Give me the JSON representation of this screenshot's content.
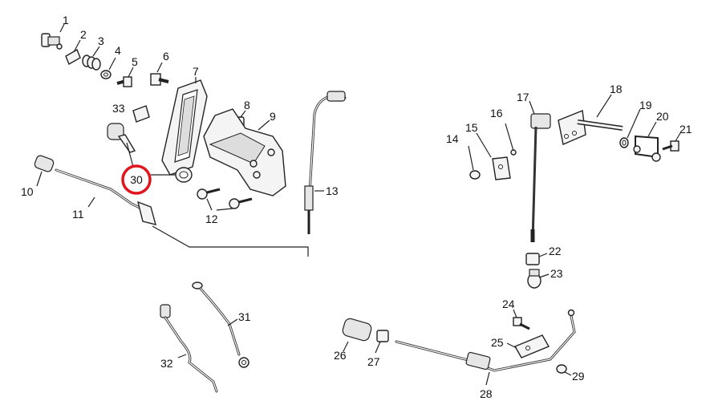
{
  "callouts": {
    "c1": "1",
    "c2": "2",
    "c3": "3",
    "c4": "4",
    "c5": "5",
    "c6": "6",
    "c7": "7",
    "c8": "8",
    "c9": "9",
    "c10": "10",
    "c11": "11",
    "c12": "12",
    "c13": "13",
    "c14": "14",
    "c15": "15",
    "c16": "16",
    "c17": "17",
    "c18": "18",
    "c19": "19",
    "c20": "20",
    "c21": "21",
    "c22": "22",
    "c23": "23",
    "c24": "24",
    "c25": "25",
    "c26": "26",
    "c27": "27",
    "c28": "28",
    "c29": "29",
    "c30": "30",
    "c31": "31",
    "c32": "32",
    "c33": "33"
  },
  "highlight": {
    "part": "30",
    "color": "#e0161c"
  }
}
